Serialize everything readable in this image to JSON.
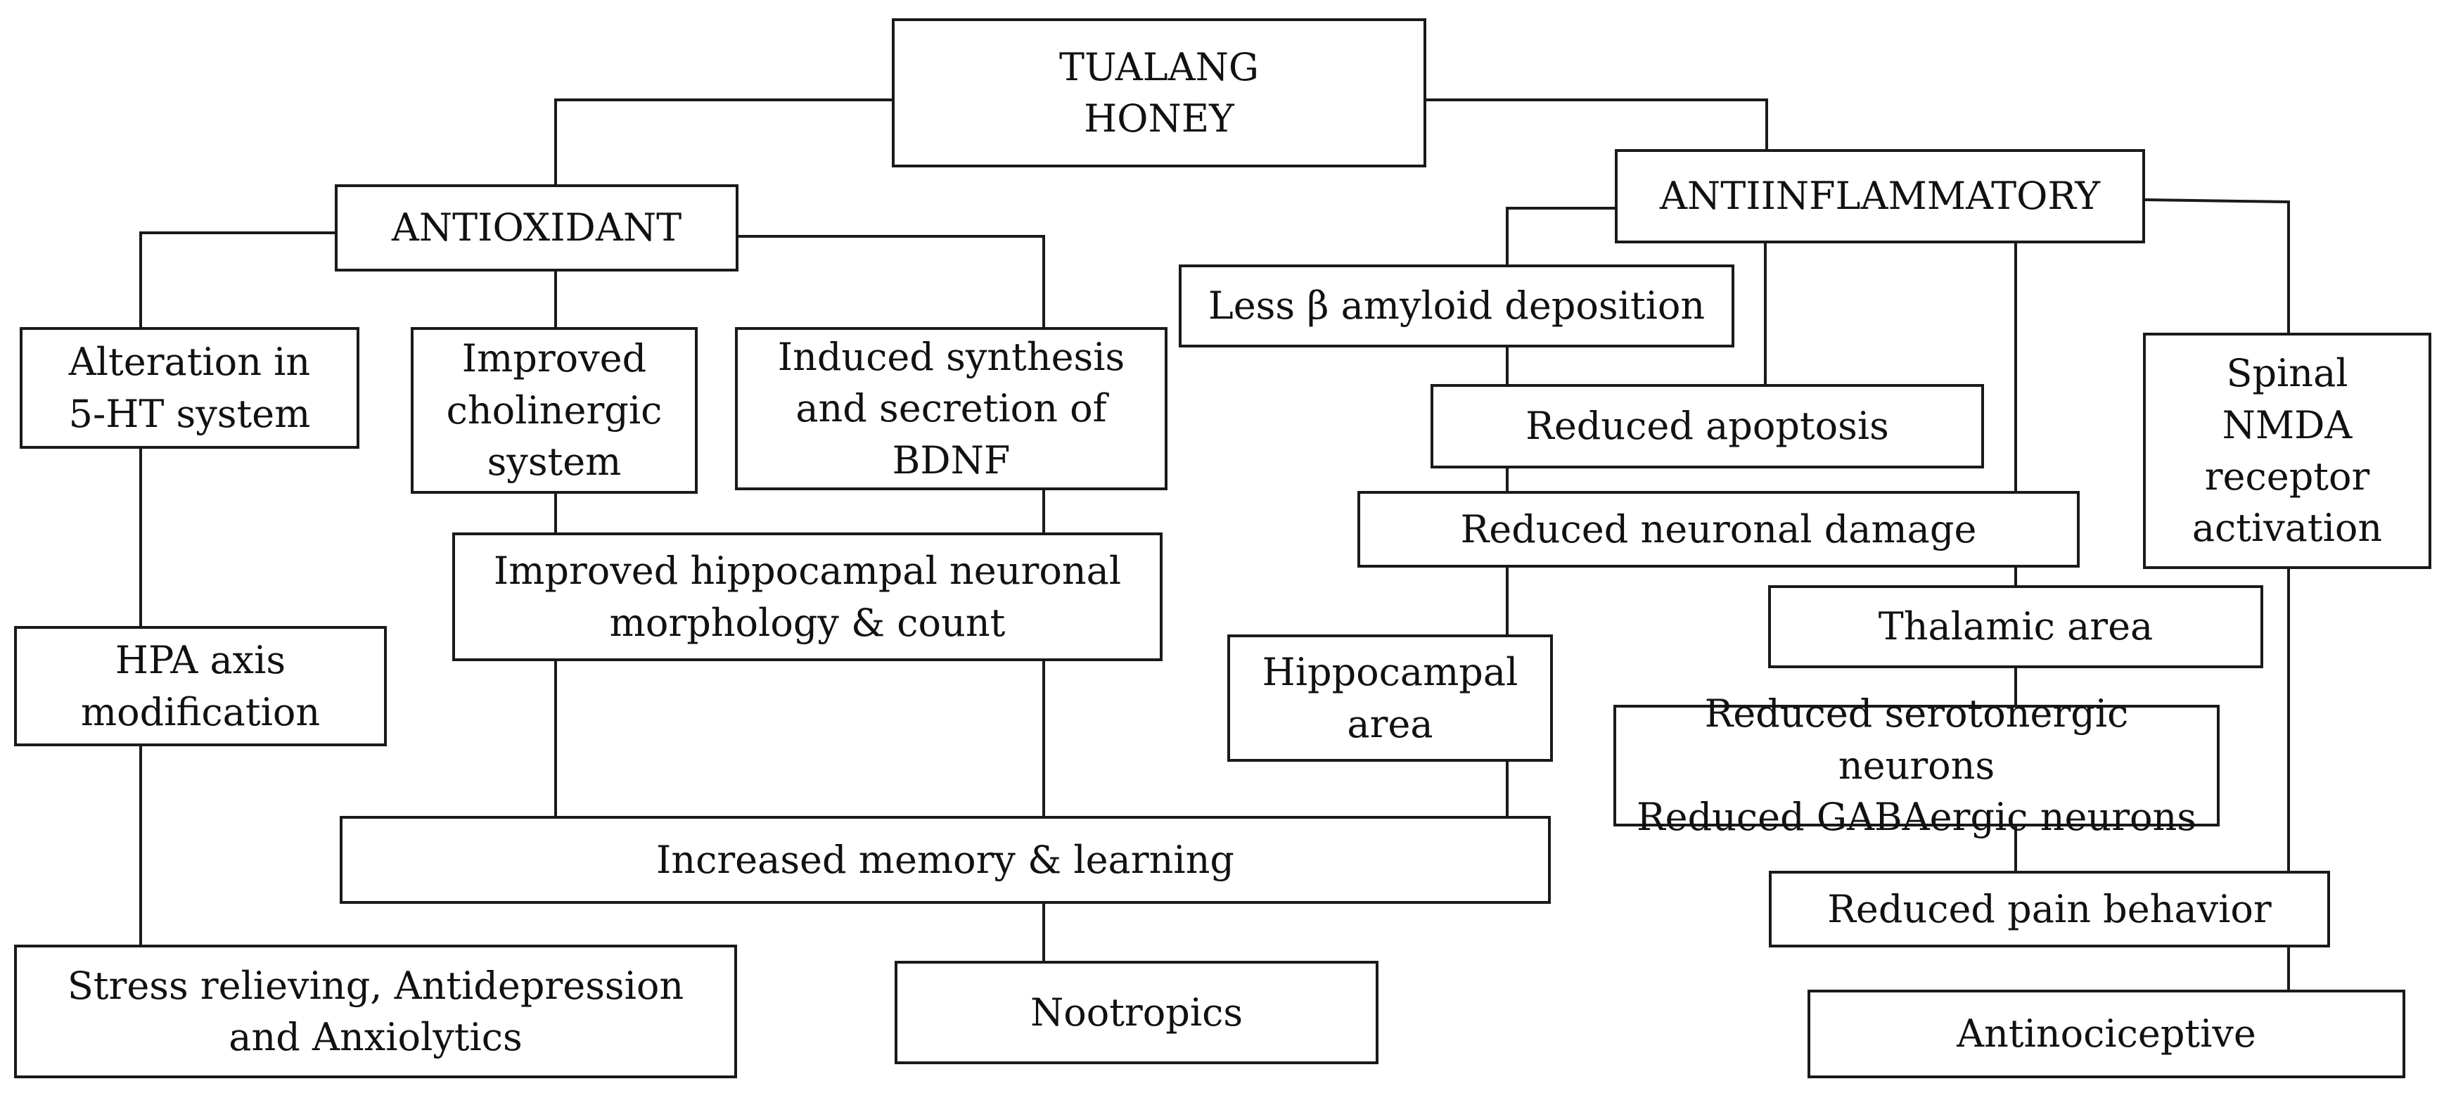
{
  "nodes": {
    "tualang": "TUALANG\nHONEY",
    "antioxidant": "ANTIOXIDANT",
    "antiinflammatory": "ANTIINFLAMMATORY",
    "alteration_5ht": "Alteration in\n5-HT system",
    "cholinergic": "Improved\ncholinergic\nsystem",
    "bdnf": "Induced synthesis\nand secretion of\nBDNF",
    "amyloid": "Less β amyloid  deposition",
    "apoptosis": "Reduced apoptosis",
    "spinal_nmda": "Spinal\nNMDA\nreceptor\nactivation",
    "neuronal_damage": "Reduced neuronal damage",
    "hippocampal_morph": "Improved hippocampal neuronal\nmorphology & count",
    "thalamic": "Thalamic area",
    "hpa": "HPA axis\nmodification",
    "hippocampal_area": "Hippocampal\narea",
    "reduced_neurons": "Reduced serotonergic neurons\nReduced GABAergic neurons",
    "memory": "Increased memory & learning",
    "pain_behavior": "Reduced pain behavior",
    "stress": "Stress relieving,  Antidepression\nand Anxiolytics",
    "nootropics": "Nootropics",
    "antinociceptive": "Antinociceptive"
  }
}
